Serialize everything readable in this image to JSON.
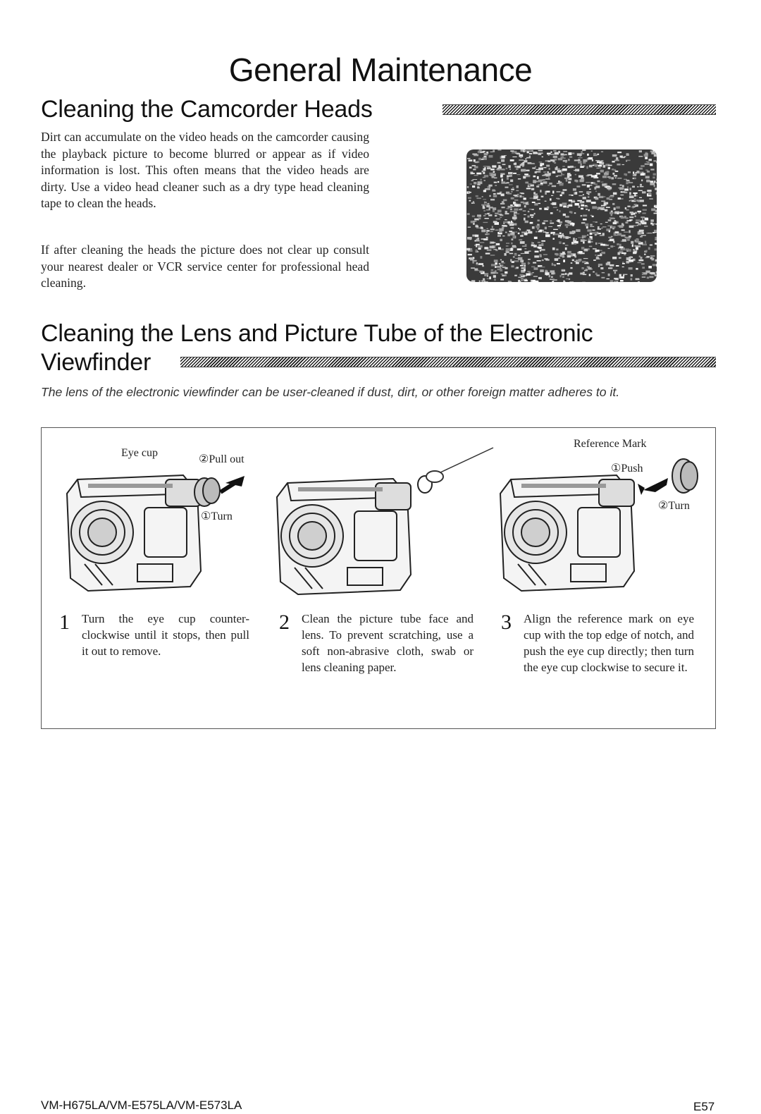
{
  "page": {
    "title": "General Maintenance",
    "section1": {
      "heading": "Cleaning the Camcorder Heads",
      "paragraphs": [
        "Dirt can accumulate on the video heads on the camcorder causing the playback picture to become blurred or appear as if video information is lost. This often means that the video heads are dirty. Use a video head cleaner such as a dry type head cleaning tape to clean the heads.",
        "If after cleaning the heads the picture does not clear up consult your nearest dealer or VCR service center for professional head cleaning."
      ]
    },
    "section2": {
      "heading_line1": "Cleaning the Lens and Picture Tube of the Electronic",
      "heading_line2": "Viewfinder",
      "intro": "The lens of the electronic viewfinder can be user-cleaned if dust, dirt, or other foreign matter adheres to it."
    },
    "figure_labels": {
      "eye_cup": "Eye cup",
      "pull_out": "②Pull out",
      "turn1": "①Turn",
      "reference_mark": "Reference Mark",
      "push": "①Push",
      "turn2": "②Turn"
    },
    "steps": [
      {
        "number": "1",
        "text": "Turn the eye cup counter-clockwise until it stops, then pull it out to remove."
      },
      {
        "number": "2",
        "text": "Clean the picture tube face and lens. To prevent scratching, use a soft non-abrasive cloth, swab or lens cleaning paper."
      },
      {
        "number": "3",
        "text": "Align the reference mark on eye cup with the top edge of notch, and push the eye cup directly; then turn the eye cup clockwise to secure it."
      }
    ],
    "footer": {
      "model": "VM-H675LA/VM-E575LA/VM-E573LA",
      "page_number": "E57"
    }
  }
}
